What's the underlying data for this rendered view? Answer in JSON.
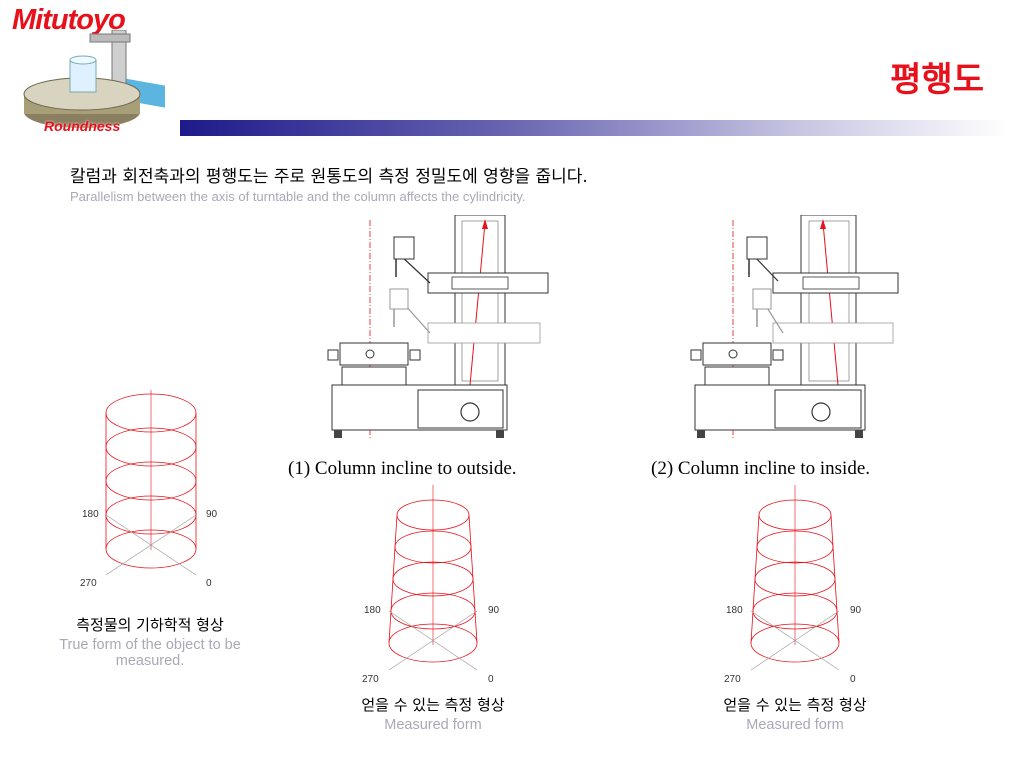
{
  "logo": {
    "brand": "Mitutoyo",
    "caption": "Roundness"
  },
  "title": "평행도",
  "intro": {
    "ko": "칼럼과 회전축과의 평행도는 주로 원통도의 측정 정밀도에 영향을 줍니다.",
    "en": "Parallelism between the axis of turntable and the column affects the cylindricity."
  },
  "figures": {
    "true_form": {
      "angles": {
        "a180": "180",
        "a90": "90",
        "a270": "270",
        "a0": "0"
      },
      "caption_ko": "측정물의 기하학적 형상",
      "caption_en": "True form of the object to be measured."
    },
    "case1": {
      "caption": "(1) Column incline to outside.",
      "angles": {
        "a180": "180",
        "a90": "90",
        "a270": "270",
        "a0": "0"
      },
      "caption_ko": "얻을 수 있는 측정 형상",
      "caption_en": "Measured form"
    },
    "case2": {
      "caption": "(2) Column incline to inside.",
      "angles": {
        "a180": "180",
        "a90": "90",
        "a270": "270",
        "a0": "0"
      },
      "caption_ko": "얻을 수 있는 측정 형상",
      "caption_en": "Measured form"
    }
  },
  "colors": {
    "accent": "#e8101a",
    "bar_start": "#1e1a8a",
    "muted_text": "#a8a8b8",
    "line_red": "#e8101a"
  }
}
